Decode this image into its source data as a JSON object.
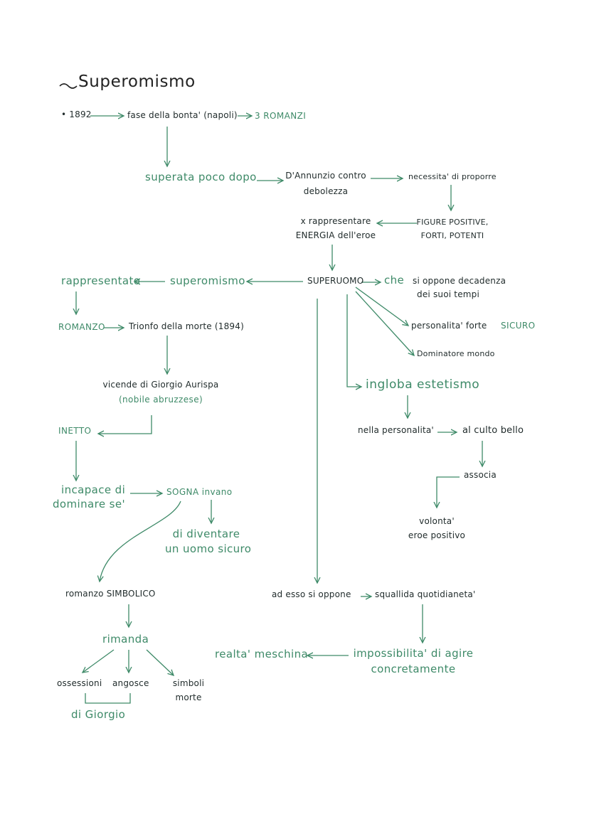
{
  "title": "Superomismo",
  "title_marker": "~",
  "nodes": {
    "year_1892": "• 1892",
    "fase_bonta": "fase della bonta' (napoli)",
    "tre_romanzi": "3 ROMANZI",
    "superata": "superata poco dopo",
    "dannunzio_1": "D'Annunzio contro",
    "dannunzio_2": "debolezza",
    "necessita": "necessita' di proporre",
    "figure_1": "FIGURE POSITIVE,",
    "figure_2": "FORTI, POTENTI",
    "rappresentare_1": "x rappresentare",
    "rappresentare_2": "ENERGIA dell'eroe",
    "superuomo": "SUPERUOMO",
    "superomismo": "superomismo",
    "rappresentato": "rappresentato",
    "che": "che",
    "si_oppone_1": "si oppone decadenza",
    "si_oppone_2": "dei suoi tempi",
    "personalita_forte": "personalita' forte",
    "sicuro": "SICURO",
    "dominatore": "Dominatore mondo",
    "romanzo": "ROMANZO",
    "trionfo": "Trionfo della morte (1894)",
    "vicende_1": "vicende di Giorgio Aurispa",
    "vicende_2": "(nobile abruzzese)",
    "ingloba": "ingloba estetismo",
    "nella_personalita": "nella personalita'",
    "culto": "al culto bello",
    "associa": "associa",
    "volonta_1": "volonta'",
    "volonta_2": "eroe positivo",
    "inetto": "INETTO",
    "incapace_1": "incapace di",
    "incapace_2": "dominare se'",
    "sogna": "SOGNA invano",
    "diventare_1": "di diventare",
    "diventare_2": "un uomo sicuro",
    "romanzo_simbolico": "romanzo SIMBOLICO",
    "adesso": "ad esso si oppone",
    "squallida": "squallida quotidianeta'",
    "rimanda": "rimanda",
    "realta": "realta' meschina",
    "impossibilita_1": "impossibilita' di agire",
    "impossibilita_2": "concretamente",
    "ossessioni": "ossessioni",
    "angosce": "angosce",
    "simboli_1": "simboli",
    "simboli_2": "morte",
    "di_giorgio": "di Giorgio"
  },
  "colors": {
    "ink": "#1f2a2a",
    "accent": "#3e8a68"
  }
}
